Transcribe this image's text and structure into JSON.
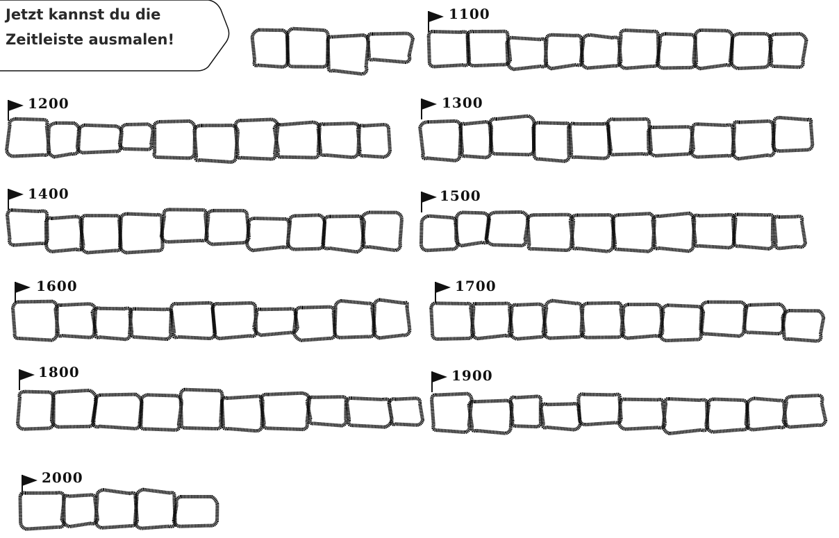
{
  "instruction": {
    "line1": "Jetzt kannst du die",
    "line2": "Zeitleiste ausmalen!"
  },
  "segments": [
    {
      "id": "pre",
      "label": ""
    },
    {
      "id": "s1100",
      "label": "1100"
    },
    {
      "id": "s1200",
      "label": "1200"
    },
    {
      "id": "s1300",
      "label": "1300"
    },
    {
      "id": "s1400",
      "label": "1400"
    },
    {
      "id": "s1500",
      "label": "1500"
    },
    {
      "id": "s1600",
      "label": "1600"
    },
    {
      "id": "s1700",
      "label": "1700"
    },
    {
      "id": "s1800",
      "label": "1800"
    },
    {
      "id": "s1900",
      "label": "1900"
    },
    {
      "id": "s2000",
      "label": "2000"
    }
  ],
  "colors": {
    "ink": "#111111",
    "text": "#2a2a2a",
    "paper": "#ffffff"
  }
}
